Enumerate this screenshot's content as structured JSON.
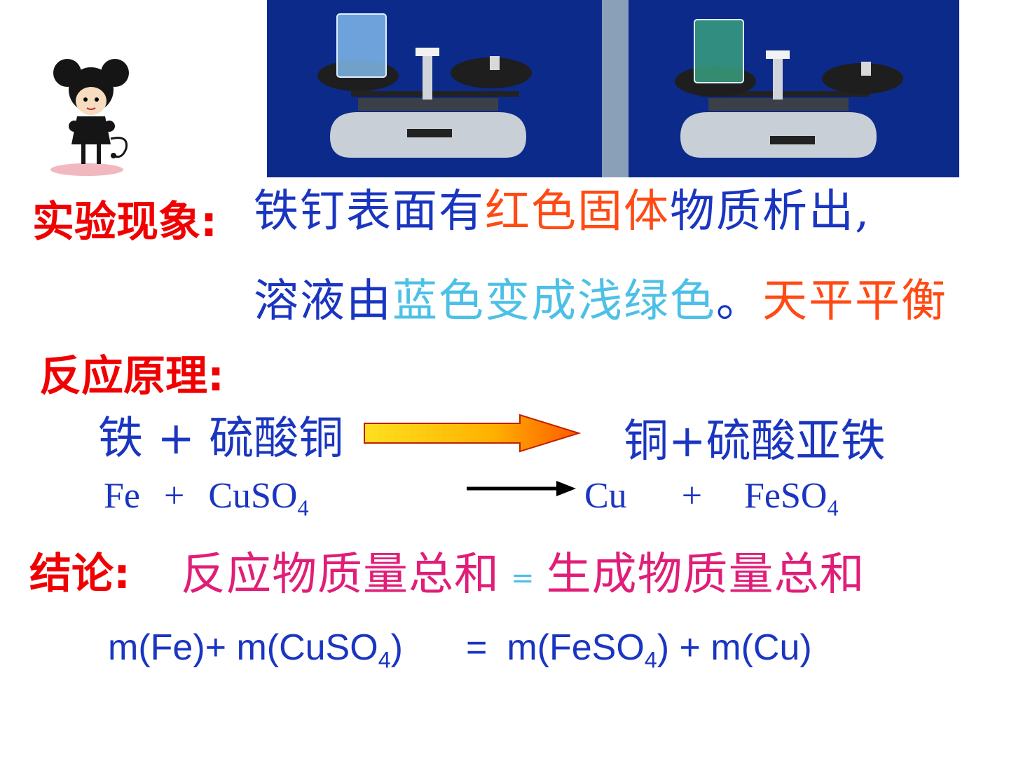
{
  "phenomenon": {
    "label": "实验现象:",
    "line1": [
      {
        "text": "铁钉表面有",
        "color": "blue"
      },
      {
        "text": "红色固体",
        "color": "orange"
      },
      {
        "text": "物质析出,",
        "color": "blue"
      }
    ],
    "line2": [
      {
        "text": "溶液由",
        "color": "blue"
      },
      {
        "text": "蓝色变成浅绿色",
        "color": "cyan"
      },
      {
        "text": "。",
        "color": "blue"
      },
      {
        "text": "天平平衡",
        "color": "orange"
      }
    ]
  },
  "principle": {
    "label": "反应原理:",
    "word_left": "铁 + 硫酸铜",
    "word_right": "铜+硫酸亚铁",
    "formula_left": {
      "fe": "Fe",
      "plus": "+",
      "cuso": "CuSO",
      "sub": "4"
    },
    "formula_right": {
      "cu": "Cu",
      "plus": "+",
      "feso": "FeSO",
      "sub": "4"
    }
  },
  "conclusion": {
    "label": "结论:",
    "left": "反应物质量总和",
    "equals": "=",
    "right": "生成物质量总和"
  },
  "mass_equation": {
    "p1": "m(Fe)+ m(CuSO",
    "s1": "4",
    "p2": ")",
    "eq": "=",
    "p3": "m(FeSO",
    "s2": "4",
    "p4": ") + m(Cu)"
  },
  "colors": {
    "red": "#f00000",
    "blue": "#1a35c0",
    "orange": "#ff4a14",
    "cyan": "#4cc0e6",
    "pink": "#e01e78",
    "photo_bg": "#0c2a8a"
  },
  "icons": {
    "mascot": "cartoon-mouse-girl-icon",
    "balance_left": "balance-scale-blue-solution",
    "balance_right": "balance-scale-green-solution"
  }
}
